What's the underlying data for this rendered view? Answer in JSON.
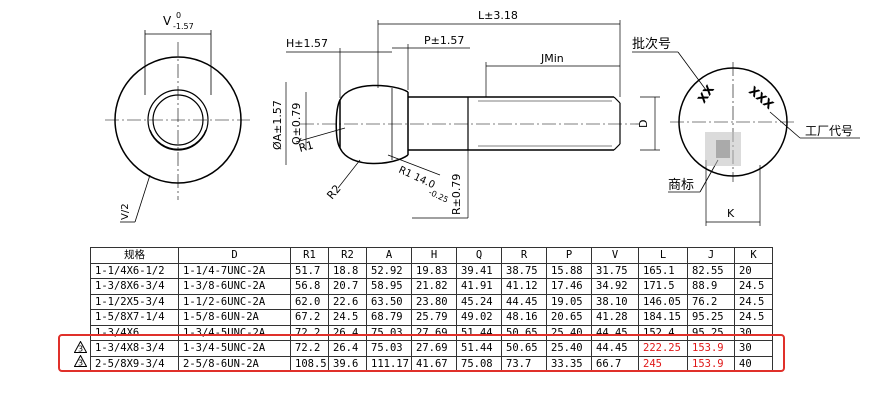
{
  "drawing": {
    "dim_v_tol": "V",
    "dim_v_upper": "0",
    "dim_v_lower": "-1.57",
    "dim_h": "H±1.57",
    "dim_p": "P±1.57",
    "dim_l": "L±3.18",
    "dim_j": "JMin",
    "dim_d": "D",
    "dim_a": "ØA±1.57",
    "dim_q": "Q±0.79",
    "dim_r1": "R1",
    "dim_r2": "R2",
    "dim_r1_tol": "R1 14.0",
    "dim_r1_tol_low": "-0.25",
    "dim_r_tol": "R±0.79",
    "dim_v_side": "V/2",
    "dim_k": "K",
    "label_batch": "批次号",
    "label_factory": "工厂代号",
    "label_brand": "商标",
    "mark_xx": "XX",
    "mark_xxx": "XXX"
  },
  "table": {
    "headers": [
      "规格",
      "D",
      "R1",
      "R2",
      "A",
      "H",
      "Q",
      "R",
      "P",
      "V",
      "L",
      "J",
      "K"
    ],
    "rows": [
      [
        "1-1/4X6-1/2",
        "1-1/4-7UNC-2A",
        "51.7",
        "18.8",
        "52.92",
        "19.83",
        "39.41",
        "38.75",
        "15.88",
        "31.75",
        "165.1",
        "82.55",
        "20"
      ],
      [
        "1-3/8X6-3/4",
        "1-3/8-6UNC-2A",
        "56.8",
        "20.7",
        "58.95",
        "21.82",
        "41.91",
        "41.12",
        "17.46",
        "34.92",
        "171.5",
        "88.9",
        "24.5"
      ],
      [
        "1-1/2X5-3/4",
        "1-1/2-6UNC-2A",
        "62.0",
        "22.6",
        "63.50",
        "23.80",
        "45.24",
        "44.45",
        "19.05",
        "38.10",
        "146.05",
        "76.2",
        "24.5"
      ],
      [
        "1-5/8X7-1/4",
        "1-5/8-6UN-2A",
        "67.2",
        "24.5",
        "68.79",
        "25.79",
        "49.02",
        "48.16",
        "20.65",
        "41.28",
        "184.15",
        "95.25",
        "24.5"
      ],
      [
        "1-3/4X6",
        "1-3/4-5UNC-2A",
        "72.2",
        "26.4",
        "75.03",
        "27.69",
        "51.44",
        "50.65",
        "25.40",
        "44.45",
        "152.4",
        "95.25",
        "30"
      ],
      [
        "1-3/4X8-3/4",
        "1-3/4-5UNC-2A",
        "72.2",
        "26.4",
        "75.03",
        "27.69",
        "51.44",
        "50.65",
        "25.40",
        "44.45",
        "222.25",
        "153.9",
        "30"
      ],
      [
        "2-5/8X9-3/4",
        "2-5/8-6UN-2A",
        "108.5",
        "39.6",
        "111.17",
        "41.67",
        "75.08",
        "73.7",
        "33.35",
        "66.7",
        "245",
        "153.9",
        "40"
      ]
    ],
    "revision_mark": "3",
    "red_color": "#e01818",
    "highlight_color": "#e0302a"
  }
}
